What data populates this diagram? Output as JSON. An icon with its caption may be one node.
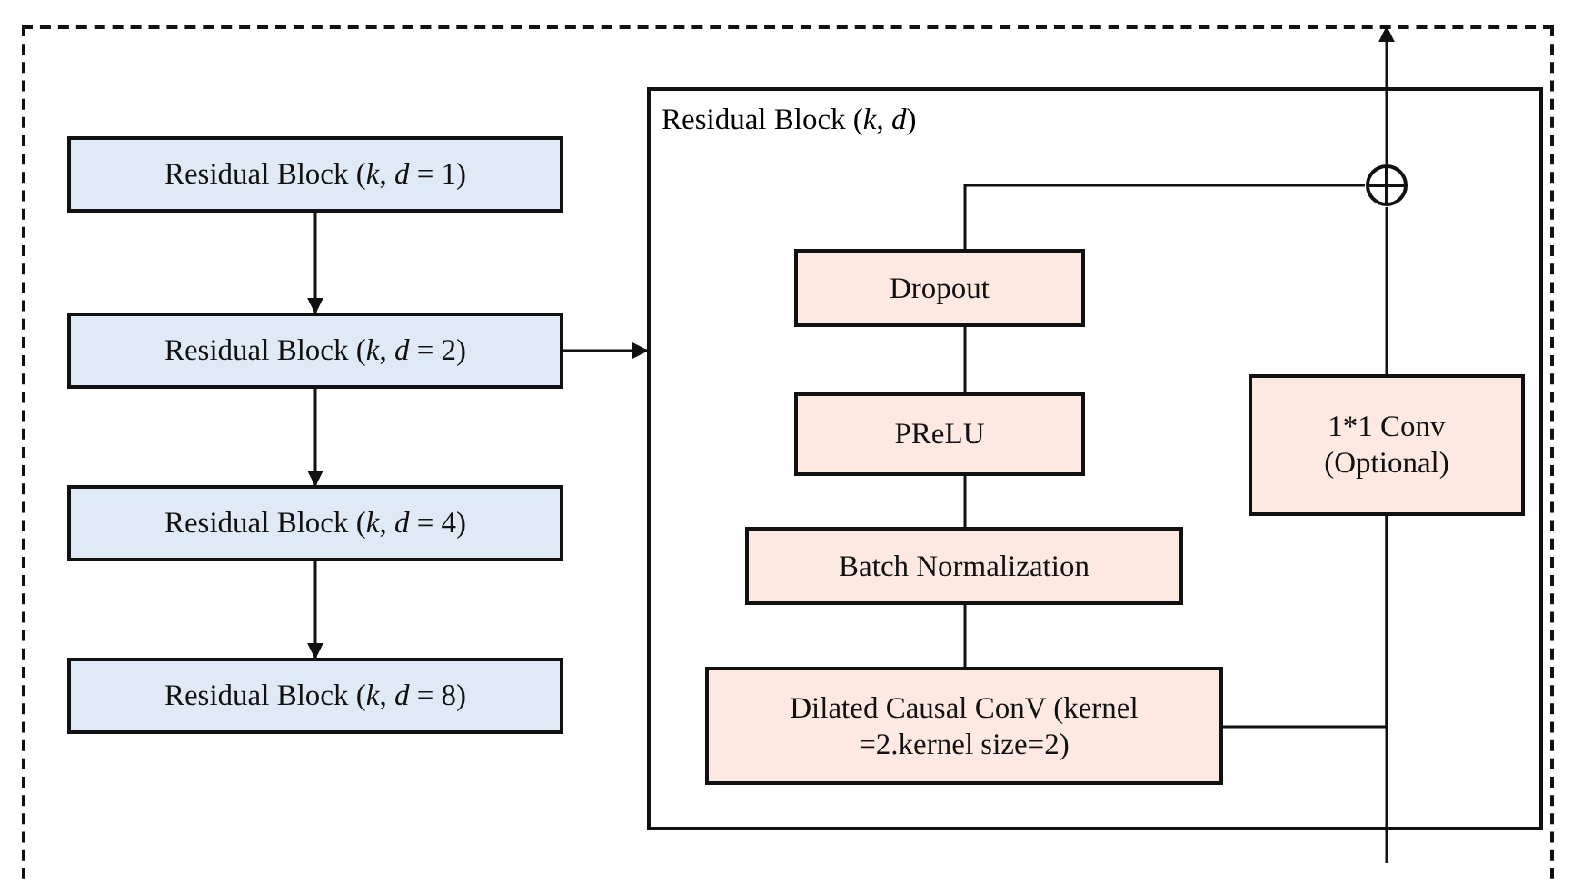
{
  "diagram": {
    "nodes": [
      {
        "text": [],
        "shape": "box"
      },
      {
        "text": [
          "Residual Block (*k*, *d* = 1)"
        ],
        "in": 0
      },
      {
        "text": [
          "Residual Block (*k*, *d* = 2)"
        ],
        "in": 0
      },
      {
        "text": [
          "Residual Block (*k*, *d* = 4)"
        ],
        "in": 0
      },
      {
        "text": [
          "Residual Block (*k*, *d* = 8)"
        ],
        "in": 0
      },
      {
        "text": [
          "Residual Block (*k*, *d*)"
        ],
        "in": 0
      },
      {
        "text": [
          "Dropout"
        ],
        "in": 5
      },
      {
        "text": [
          "PReLU"
        ],
        "in": 5
      },
      {
        "text": [
          "Batch Normalization"
        ],
        "in": 5
      },
      {
        "text": [
          "Dilated Causal ConV (kernel =2.kernel size=2)"
        ],
        "in": 5
      },
      {
        "text": [
          "1*1 Conv (Optional)"
        ],
        "in": 5
      },
      {
        "text": [],
        "shape": "circle",
        "in": 5
      }
    ],
    "edges": [
      {
        "from": 1,
        "to": 2,
        "arrow": "to"
      },
      {
        "from": 2,
        "to": 3,
        "arrow": "to"
      },
      {
        "from": 3,
        "to": 4,
        "arrow": "to"
      },
      {
        "from": 2,
        "to": 5,
        "arrow": "to"
      },
      {
        "from": 9,
        "to": 8,
        "arrow": "none"
      },
      {
        "from": 8,
        "to": 7,
        "arrow": "none"
      },
      {
        "from": 7,
        "to": 6,
        "arrow": "none"
      },
      {
        "from": 6,
        "to": 11,
        "arrow": "none"
      },
      {
        "from": null,
        "to": 10,
        "arrow": "none"
      },
      {
        "from": 9,
        "to": 10,
        "arrow": "none"
      },
      {
        "from": 10,
        "to": 11,
        "arrow": "none"
      },
      {
        "from": 11,
        "to": null,
        "arrow": "to"
      }
    ]
  }
}
